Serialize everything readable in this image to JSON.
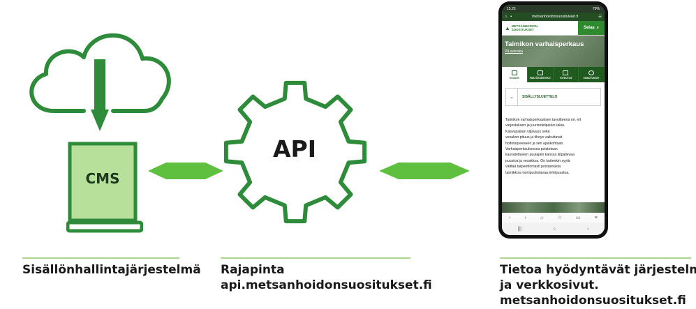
{
  "cms_label": "CMS",
  "api_label": "API",
  "captions": {
    "cms": "Sisällönhallintajärjestelmä",
    "api_line1": "Rajapinta",
    "api_line2": "api.metsanhoidonsuositukset.fi",
    "web_line1": "Tietoa hyödyntävät järjestelmät",
    "web_line2": "ja verkkosivut.",
    "web_line3": "metsanhoidonsuositukset.fi"
  },
  "colors": {
    "dark_green": "#2e8b3a",
    "light_green": "#a8d68a",
    "rule": "#a8d68a"
  },
  "phone": {
    "status_time": "15.23",
    "status_right": "79%",
    "url": "metsanhoidonsuositukset.fi",
    "logo_line1": "METSÄNHOIDON",
    "logo_line2": "SUOSITUKSET",
    "browse_button": "Selaa",
    "page_title": "Taimikon varhaisperkaus",
    "page_sub": "På svenska",
    "tabs": [
      "KUVAUS",
      "PÄÄTÖKSENTEKO",
      "TOTEUTUS",
      "VAIKUTUKSET"
    ],
    "toc_label": "SISÄLLYSLUETTELO",
    "body_lines": [
      "Taimikon varhaisperkauksen tavoitteena on, ett",
      "varjostuksen ja juuristokilpailun takia.",
      "Kasvupaikan viljavuus sekä",
      "vesakon pituus ja tiheys vaikuttavat",
      "hoitotarpeeseen ja sen ajankohtaan.",
      "Varhaisperkauksessa poistetaan",
      "kasvatettavien puulajien kanssa kilpailevaa",
      "puustoa ja vesakkoa. On kuitenkin syytä",
      "välttää tarpeettomasti poistamasta",
      "taimikkoa monipuolistavaa lehtipuustoa."
    ]
  }
}
